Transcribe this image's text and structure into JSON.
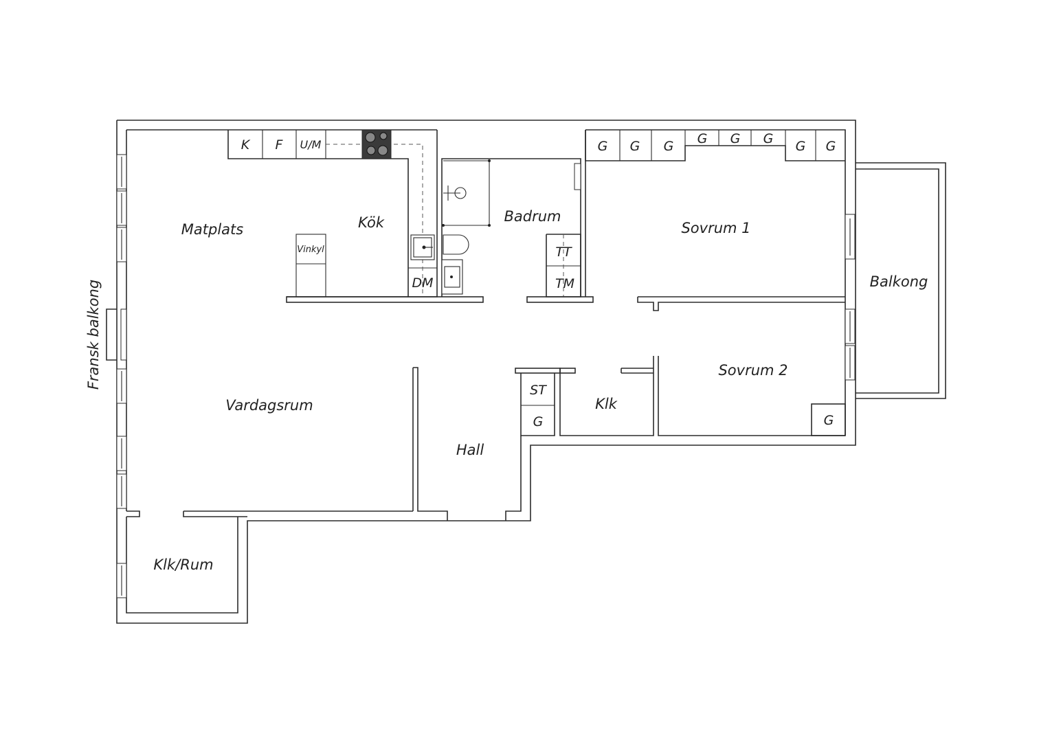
{
  "rooms": {
    "matplats": "Matplats",
    "kok": "Kök",
    "badrum": "Badrum",
    "sovrum1": "Sovrum 1",
    "sovrum2": "Sovrum 2",
    "balkong": "Balkong",
    "fransk_balkong": "Fransk balkong",
    "vardagsrum": "Vardagsrum",
    "hall": "Hall",
    "klk": "Klk",
    "klk_rum": "Klk/Rum"
  },
  "fixtures": {
    "kitchen_top": [
      "K",
      "F",
      "U/M"
    ],
    "vinkyl": "Vinkyl",
    "dm": "DM",
    "tt": "TT",
    "tm": "TM",
    "st": "ST",
    "g": "G"
  },
  "colors": {
    "wall": "#2b2b2b",
    "stove": "#3a3a3a",
    "background": "#ffffff"
  }
}
